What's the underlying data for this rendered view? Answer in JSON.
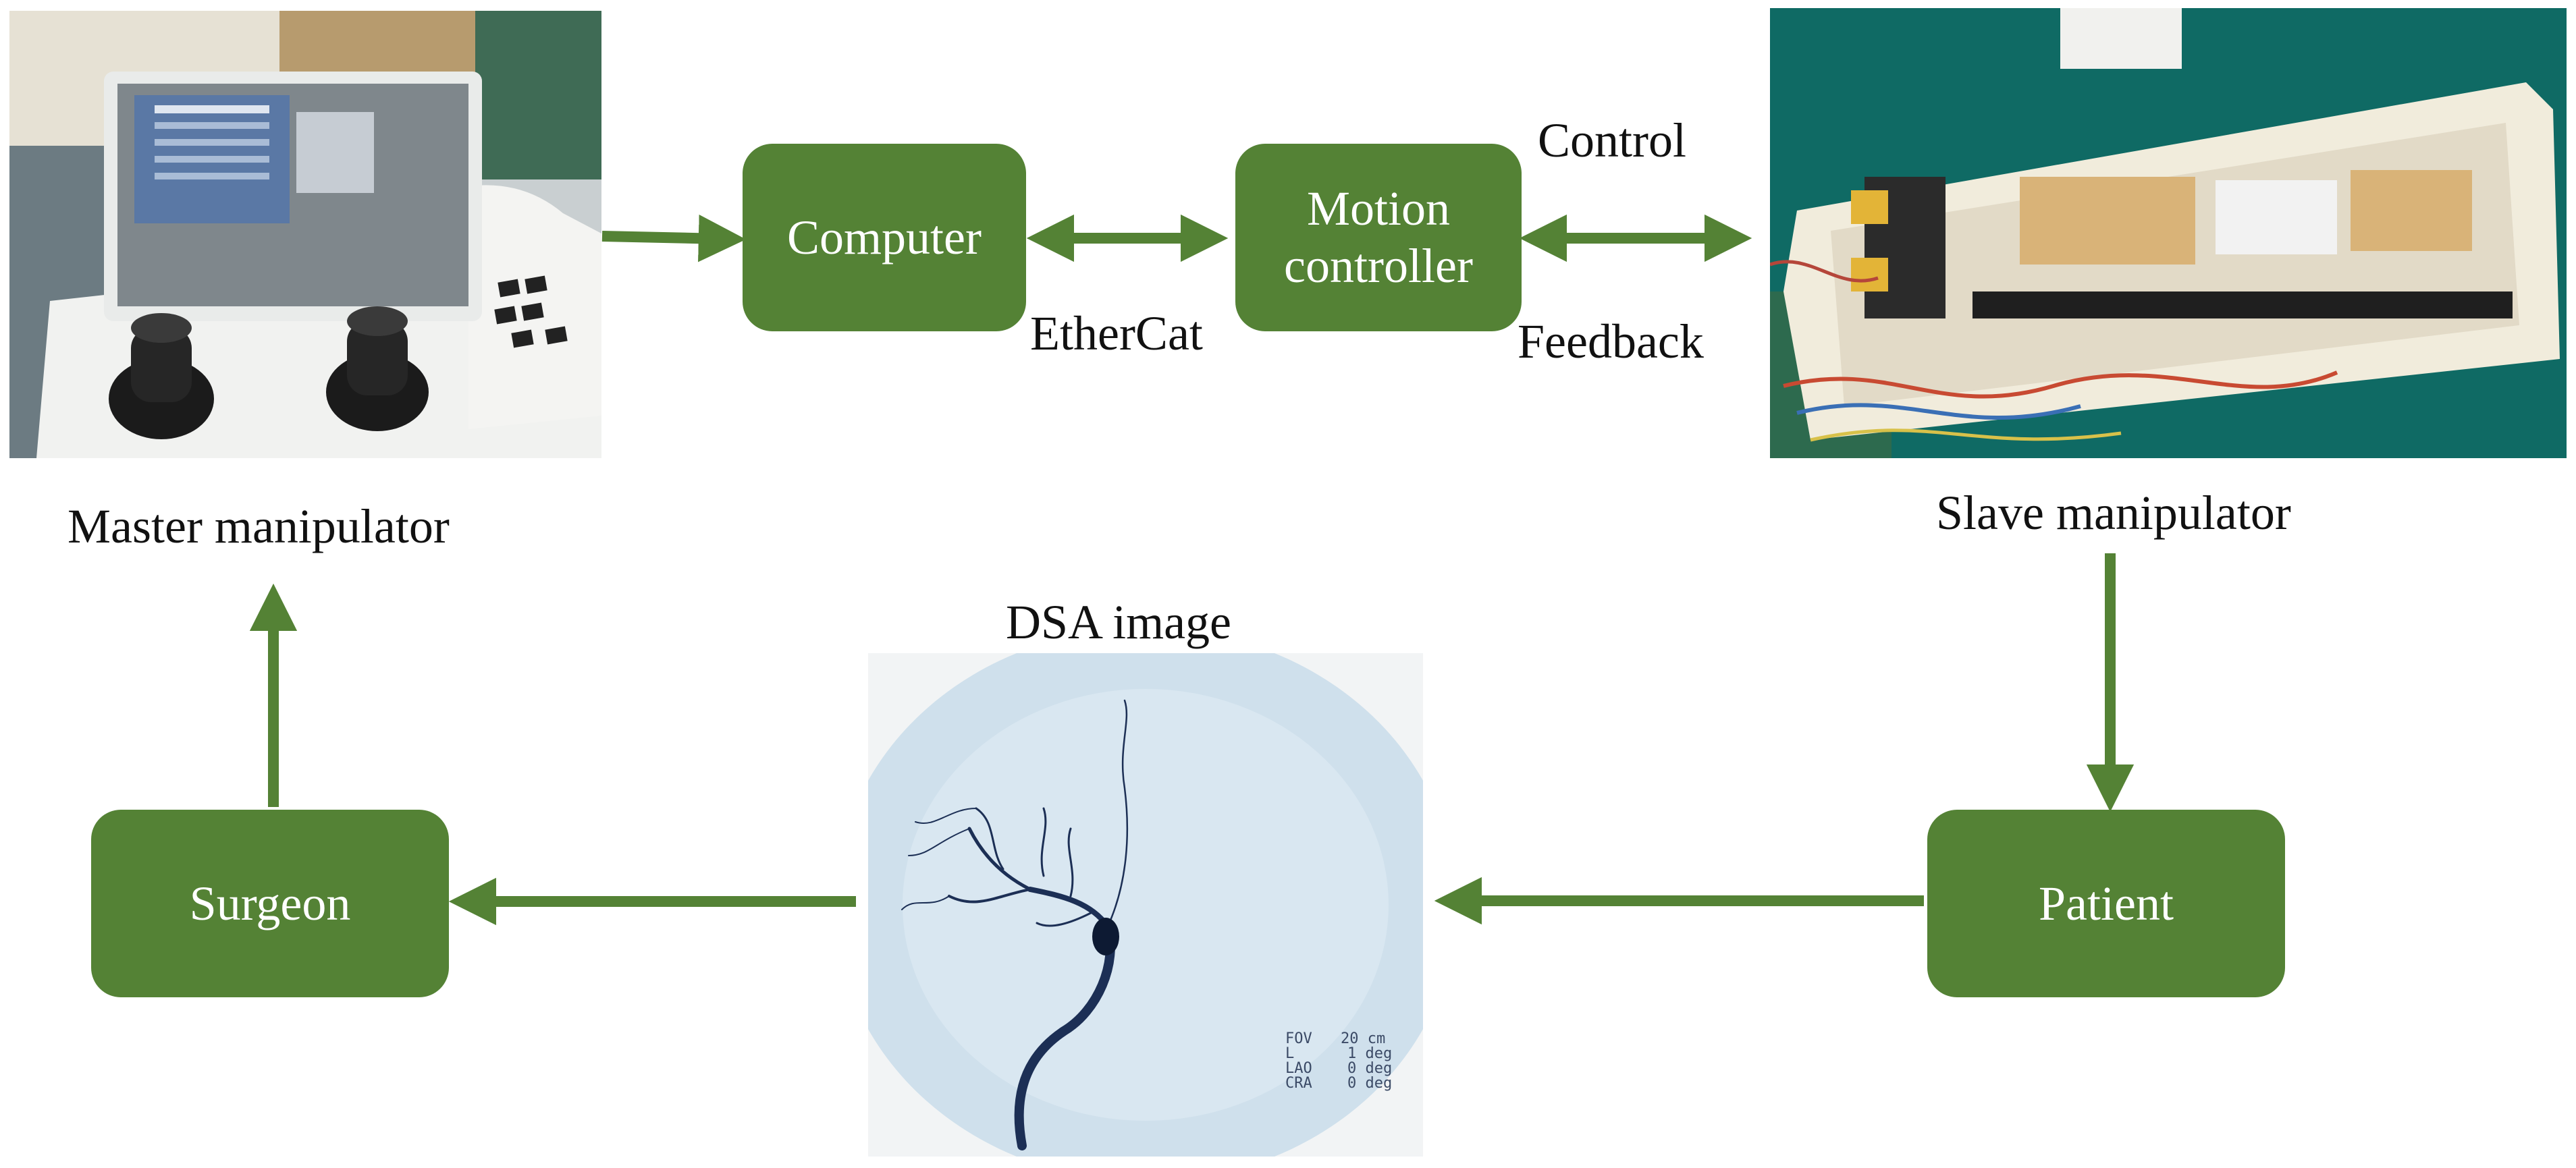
{
  "diagram": {
    "nodes": {
      "computer": "Computer",
      "motion_controller": "Motion controller",
      "surgeon": "Surgeon",
      "patient": "Patient"
    },
    "labels": {
      "master_manipulator": "Master manipulator",
      "slave_manipulator": "Slave manipulator",
      "dsa_image": "DSA image",
      "control": "Control",
      "feedback": "Feedback",
      "ethercat": "EtherCat"
    },
    "dsa_overlay": [
      "FOV",
      "20 cm",
      "L",
      "1 deg",
      "LAO",
      "0 deg",
      "CRA",
      "0 deg"
    ]
  },
  "colors": {
    "node_fill": "#548235",
    "arrow": "#548235",
    "node_text": "#ffffff"
  }
}
